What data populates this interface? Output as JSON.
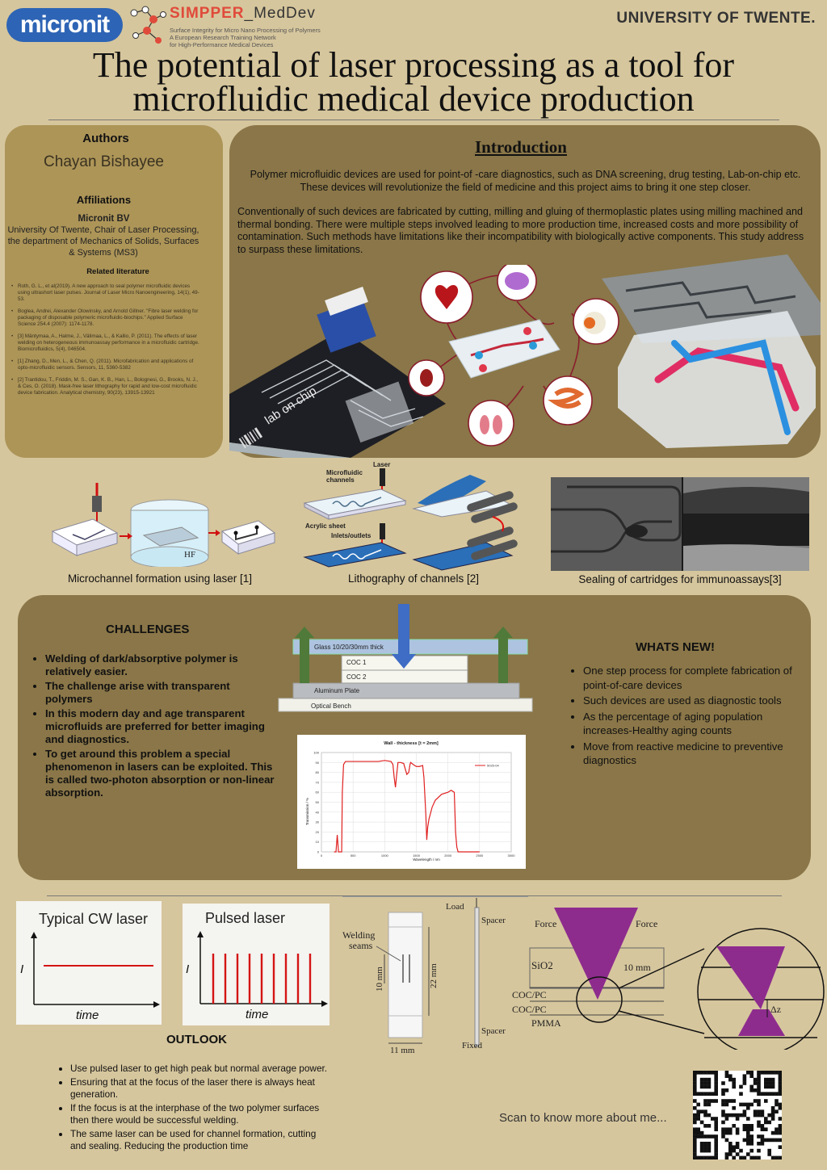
{
  "header": {
    "logo_text": "micronit",
    "simpper_name": "SIMPPER",
    "simpper_suffix": "_MedDev",
    "simpper_tagline_1": "Surface Integrity for Micro Nano Processing of Polymers",
    "simpper_tagline_2": "A European Research Training Network",
    "simpper_tagline_3": "for High-Performance Medical Devices",
    "university": "UNIVERSITY OF TWENTE."
  },
  "title_line1": "The potential of laser processing as a tool for",
  "title_line2": "microfluidic medical device production",
  "authors": {
    "heading": "Authors",
    "name": "Chayan Bishayee",
    "affiliations_heading": "Affiliations",
    "affiliation_1": "Micronit BV",
    "affiliation_2": "University Of Twente, Chair of Laser Processing, the department of Mechanics of Solids, Surfaces & Systems (MS3)",
    "literature_heading": "Related literature",
    "literature": [
      "Roth, G. L., et al(2019). A new approach to seal polymer microfluidic devices using ultrashort laser pulses. Journal of Laser Micro Nanoengineering, 14(1), 49-53.",
      "Boglea, Andrei, Alexander Olowinsky, and Arnold Gillner. \"Fibre laser welding for packaging of disposable polymeric microfluidic-biochips.\" Applied Surface Science 254.4 (2007): 1174-1178.",
      "[3] Mäntymaa, A., Halme, J., Välimaa, L., & Kallio, P. (2011). The effects of laser welding on heterogeneous immunoassay performance in a microfluidic cartridge. Biomicrofluidics, 5(4), 046504.",
      "[1] Zhang, D., Men, L., & Chen, Q. (2011). Microfabrication and applications of opto-microfluidic sensors. Sensors, 11, 5360-5382",
      "[2] Trantidou, T., Friddin, M. S., Gan, K. B., Han, L., Bolognesi, G., Brooks, N. J., & Ces, O. (2018). Mask-free laser lithography for rapid and low-cost microfluidic device fabrication. Analytical chemistry, 90(23), 13915-13921"
    ]
  },
  "introduction": {
    "heading": "Introduction",
    "para1": "Polymer microfluidic devices are used for point-of -care diagnostics, such as DNA screening, drug testing, Lab-on-chip etc. These devices will revolutionize the field of medicine and this project aims to bring it one step closer.",
    "para2": "Conventionally  of such devices are fabricated by cutting, milling and gluing of thermoplastic plates using milling machined and thermal bonding. There were multiple steps involved leading to more production time, increased costs and more possibility of contamination. Such methods have limitations like their incompatibility with  biologically active components. This study address to surpass these limitations.",
    "chip_text": "lab on chip"
  },
  "figures": {
    "fig1_caption": "Microchannel formation  using laser [1]",
    "fig1_hf": "HF",
    "fig2_caption": "Lithography of channels [2]",
    "fig2_laser": "Laser",
    "fig2_micro": "Microfluidic",
    "fig2_channels": "channels",
    "fig2_acrylic": "Acrylic sheet",
    "fig2_inlets": "Inlets/outlets",
    "fig3_caption": "Sealing of cartridges for immunoassays[3]"
  },
  "challenges": {
    "heading": "CHALLENGES",
    "items": [
      "Welding of dark/absorptive polymer is relatively easier.",
      "The challenge arise with transparent polymers",
      " In this modern day and age transparent microfluids are preferred for better imaging and diagnostics.",
      "To get around this problem a special phenomenon in lasers can be exploited. This is called two-photon absorption or non-linear absorption."
    ]
  },
  "stack": {
    "glass": "Glass 10/20/30mm thick",
    "coc1": "COC 1",
    "coc2": "COC 2",
    "aluminum": "Aluminum Plate",
    "bench": "Optical Bench"
  },
  "chart_data": {
    "type": "line",
    "title": "Wall - thickness [t = 2mm]",
    "xlabel": "Wavelength / nm",
    "ylabel": "Transmission / %",
    "xlim": [
      0,
      3000
    ],
    "ylim": [
      0,
      100
    ],
    "xticks": [
      0,
      500,
      1000,
      1500,
      2000,
      2500,
      3000
    ],
    "yticks": [
      0,
      10,
      20,
      30,
      40,
      50,
      60,
      70,
      80,
      90,
      100
    ],
    "grid": true,
    "legend_position": "right",
    "series": [
      {
        "name": "5025-04",
        "color": "#e02020",
        "x": [
          200,
          230,
          250,
          270,
          290,
          300,
          320,
          330,
          350,
          380,
          420,
          500,
          700,
          900,
          1000,
          1100,
          1130,
          1150,
          1170,
          1190,
          1210,
          1250,
          1300,
          1350,
          1380,
          1400,
          1410,
          1450,
          1500,
          1550,
          1600,
          1620,
          1650,
          1660,
          1665,
          1680,
          1700,
          1750,
          1800,
          1900,
          2000,
          2050,
          2100,
          2120,
          2140,
          2160,
          2500
        ],
        "y": [
          0,
          0,
          17,
          0,
          0,
          0,
          0,
          60,
          88,
          91,
          91,
          91,
          91,
          91,
          92,
          91,
          88,
          75,
          65,
          78,
          90,
          90,
          89,
          78,
          80,
          88,
          90,
          88,
          86,
          86,
          87,
          75,
          38,
          20,
          12,
          25,
          33,
          45,
          52,
          58,
          60,
          62,
          60,
          20,
          5,
          0,
          0
        ]
      }
    ]
  },
  "whats_new": {
    "heading": "WHATS NEW!",
    "items": [
      "One step process for complete fabrication of point-of-care devices",
      "Such devices are used as diagnostic tools",
      "As the percentage of aging population increases-Healthy aging counts",
      "Move from reactive medicine to preventive diagnostics"
    ]
  },
  "laser_plots": {
    "cw_title": "Typical CW laser",
    "pulsed_title": "Pulsed laser",
    "y_label": "I",
    "x_label": "time"
  },
  "sample": {
    "load": "Load",
    "fixed": "Fixed",
    "spacer_top": "Spacer",
    "spacer_bottom": "Spacer",
    "welding": "Welding",
    "seams": "seams",
    "dim_10": "10 mm",
    "dim_22": "22 mm",
    "dim_11": "11 mm"
  },
  "focus": {
    "force_left": "Force",
    "force_right": "Force",
    "sio2": "SiO2",
    "dim_10": "10 mm",
    "coc_pc_1": "COC/PC",
    "coc_pc_2": "COC/PC",
    "pmma": "PMMA",
    "delta_z": "Δz"
  },
  "outlook": {
    "heading": "OUTLOOK",
    "items": [
      "Use pulsed laser to get high peak but normal average power.",
      "Ensuring that at the focus of the laser there is always heat generation.",
      "If the focus is at the interphase of the two polymer surfaces then there would be successful welding.",
      "The same laser can be used for channel formation, cutting and sealing. Reducing the production time"
    ]
  },
  "qr_caption": "Scan to know more about me..."
}
